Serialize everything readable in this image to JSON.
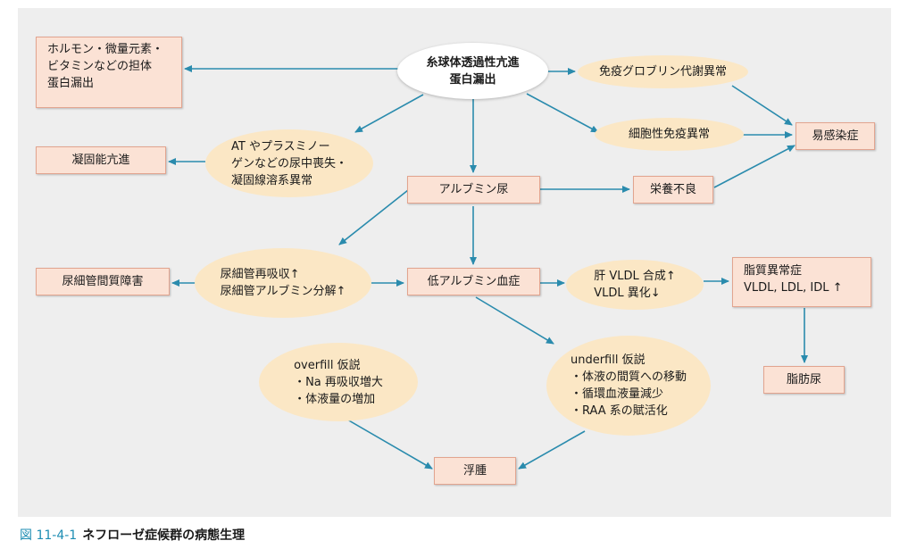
{
  "nodes": {
    "center": [
      "糸球体透過性亢進",
      "蛋白漏出"
    ],
    "carrier_protein": [
      "ホルモン・微量元素・",
      "ビタミンなどの担体",
      "蛋白漏出"
    ],
    "immunoglobulin": "免疫グロブリン代謝異常",
    "cellular_immunity": "細胞性免疫異常",
    "infection": "易感染症",
    "at_plasminogen": [
      "AT やプラスミノー",
      "ゲンなどの尿中喪失・",
      "凝固線溶系異常"
    ],
    "coagulation": "凝固能亢進",
    "albuminuria": "アルブミン尿",
    "malnutrition": "栄養不良",
    "tubular_reabsorption": [
      "尿細管再吸収↑",
      "尿細管アルブミン分解↑"
    ],
    "tubulointerstitial": "尿細管間質障害",
    "hypoalbuminemia": "低アルブミン血症",
    "liver_vldl": [
      "肝 VLDL 合成↑",
      "VLDL 異化↓"
    ],
    "dyslipidemia": [
      "脂質異常症",
      "VLDL, LDL, IDL ↑"
    ],
    "lipiduria": "脂肪尿",
    "overfill": [
      "overfill 仮説",
      "・Na 再吸収増大",
      "・体液量の増加"
    ],
    "underfill": [
      "underfill 仮説",
      "・体液の間質への移動",
      "・循環血液量減少",
      "・RAA 系の賦活化"
    ],
    "edema": "浮腫"
  },
  "caption": {
    "number": "図 11-4-1",
    "title": "ネフローゼ症候群の病態生理"
  },
  "colors": {
    "panel": "#eeeeee",
    "box_fill": "#fbe2d5",
    "ellipse_fill": "#fbe7c5",
    "arrow": "#2a8bad",
    "caption_number": "#1d8db3"
  }
}
